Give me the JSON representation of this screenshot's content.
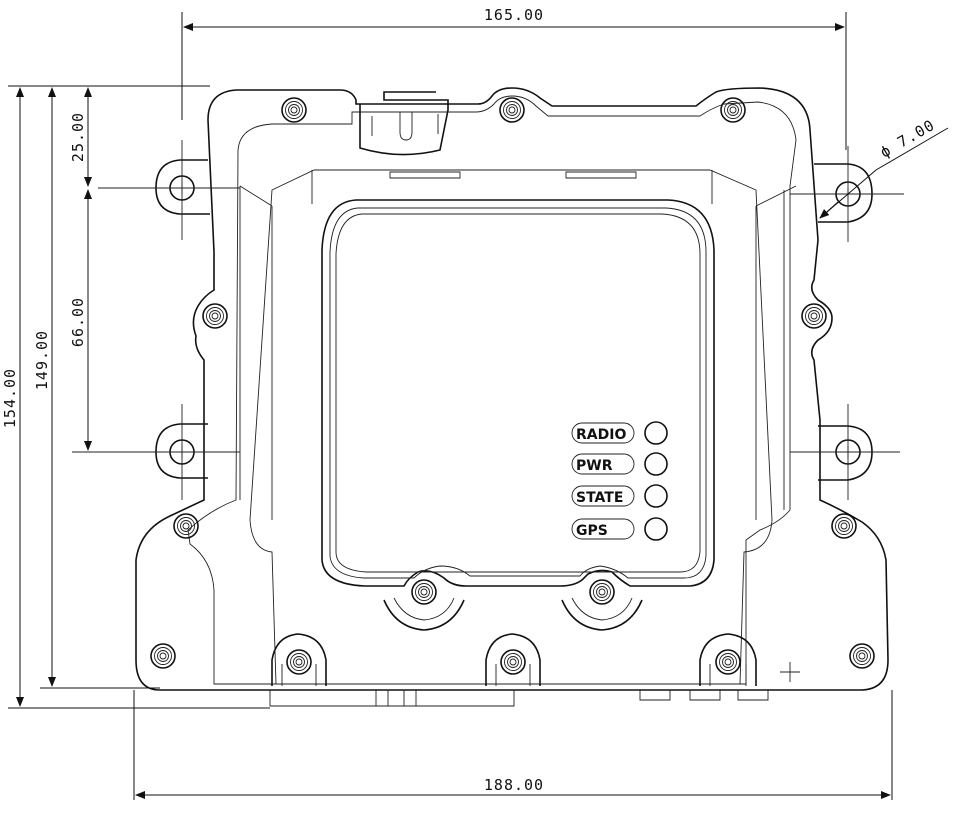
{
  "dimensions": {
    "overall_width": "165.00",
    "bottom_width": "188.00",
    "overall_height": "154.00",
    "inner_height": "149.00",
    "hole_offset": "25.00",
    "hole_spacing": "66.00",
    "hole_diameter": "ϕ 7.00"
  },
  "indicators": [
    {
      "label": "RADIO"
    },
    {
      "label": "PWR"
    },
    {
      "label": "STATE"
    },
    {
      "label": "GPS"
    }
  ]
}
